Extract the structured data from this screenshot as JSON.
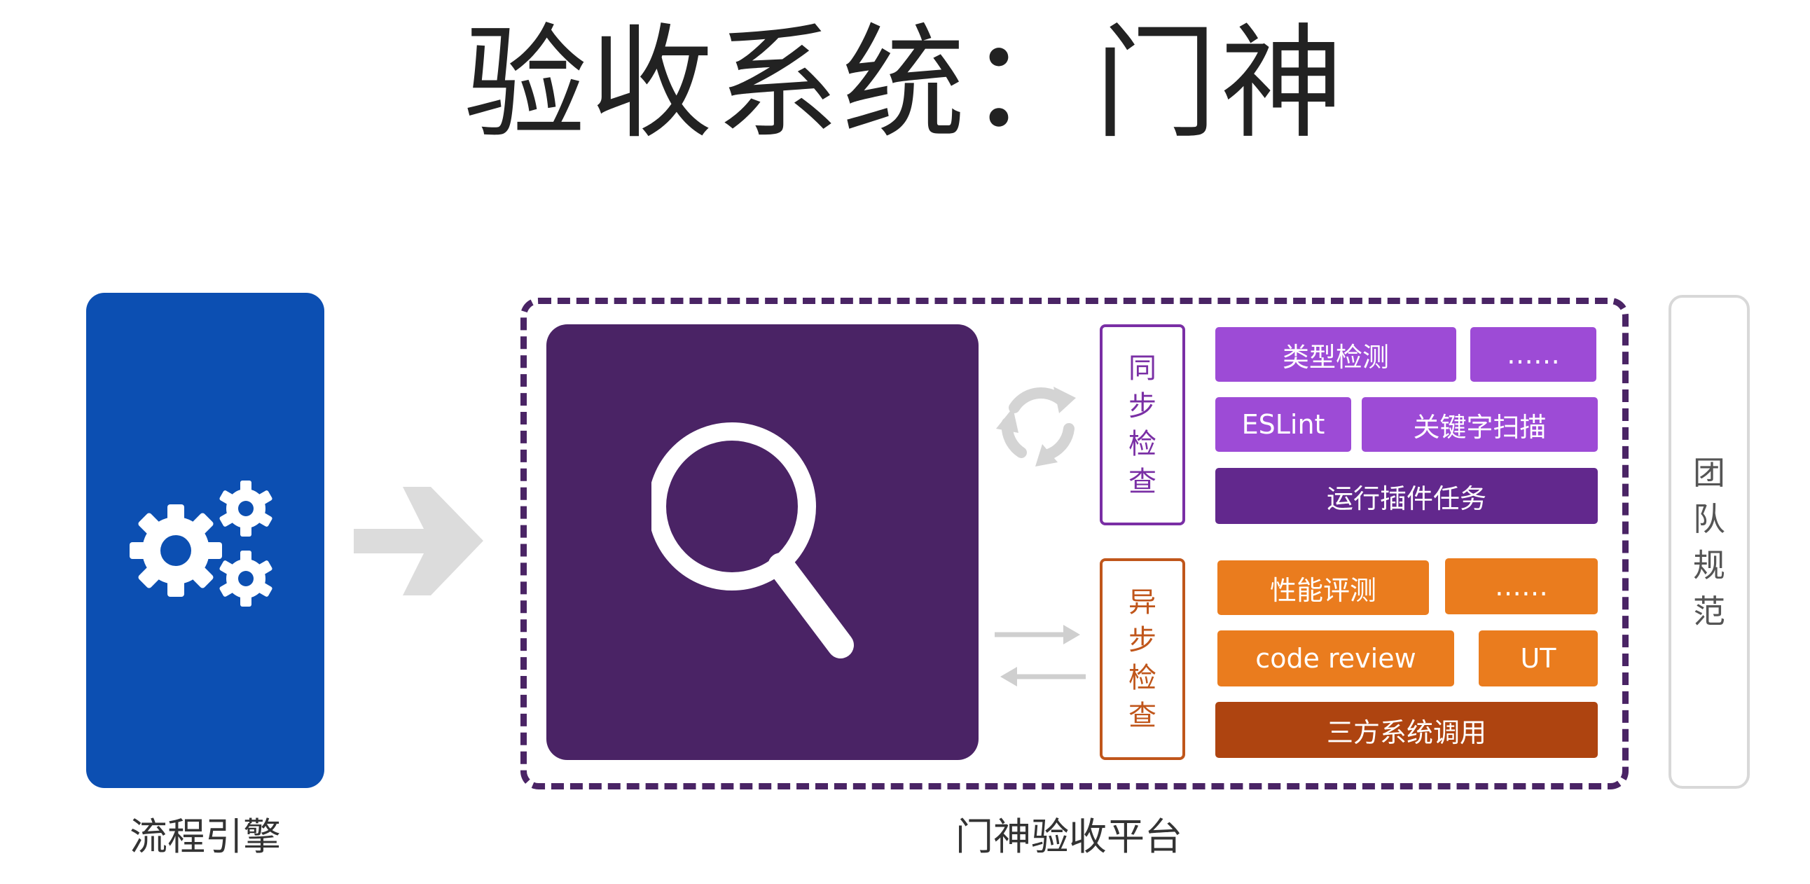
{
  "title": "验收系统：门神",
  "engine": {
    "label": "流程引擎",
    "icon": "gears-icon",
    "color": "#0c4fb2"
  },
  "platform": {
    "label": "门神验收平台",
    "icon": "magnifier-icon",
    "color": "#4a2365"
  },
  "sync_check": {
    "label": "同步检查",
    "color": "#9d4bd6",
    "tiles": [
      {
        "label": "类型检测"
      },
      {
        "label": "……"
      },
      {
        "label": "ESLint"
      },
      {
        "label": "关键字扫描"
      },
      {
        "label": "运行插件任务"
      }
    ]
  },
  "async_check": {
    "label": "异步检查",
    "color": "#ea7c1e",
    "tiles": [
      {
        "label": "性能评测"
      },
      {
        "label": "……"
      },
      {
        "label": "code review"
      },
      {
        "label": "UT"
      },
      {
        "label": "三方系统调用"
      }
    ]
  },
  "team_rules": {
    "label": "团队规范"
  }
}
